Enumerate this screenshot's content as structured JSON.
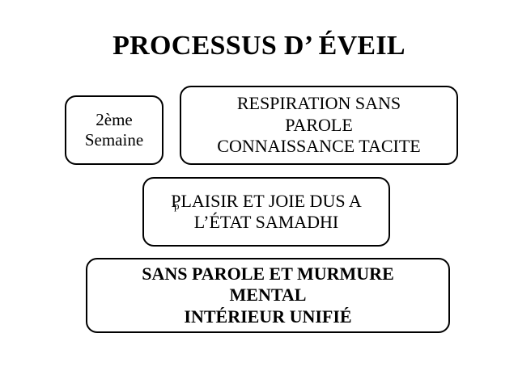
{
  "title": "PROCESSUS D’ ÉVEIL",
  "boxes": {
    "week": {
      "lines": [
        "2ème",
        "Semaine"
      ]
    },
    "respiration": {
      "lines": [
        "RESPIRATION SANS",
        "PAROLE",
        "CONNAISSANCE TACITE"
      ]
    },
    "plaisir": {
      "lines": [
        "PLAISIR ET JOIE DUS A",
        "L’ÉTAT  SAMADHI"
      ]
    },
    "sans_parole": {
      "lines": [
        "SANS PAROLE ET MURMURE",
        "MENTAL",
        "INTÉRIEUR UNIFIÉ"
      ]
    }
  },
  "stray_mark": "p"
}
